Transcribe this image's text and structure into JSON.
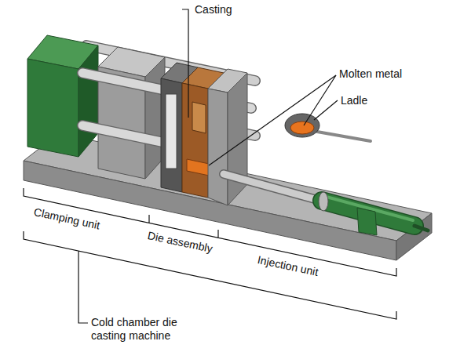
{
  "diagram": {
    "labels": [
      "Casting",
      "Molten metal",
      "Ladle",
      "Clamping unit",
      "Die assembly",
      "Injection unit",
      "Cold chamber die casting machine"
    ]
  }
}
